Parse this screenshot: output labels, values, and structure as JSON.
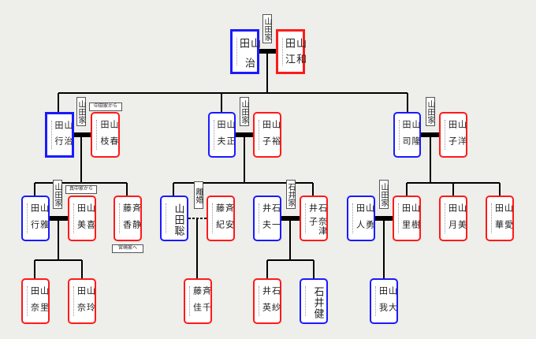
{
  "colors": {
    "male": "#1a1aff",
    "female": "#ff1a1a",
    "background": "#eeeeea",
    "line": "#000000"
  },
  "people": [
    {
      "id": "osamu",
      "surname": "山田",
      "given": "治",
      "sex": "m"
    },
    {
      "id": "kazue",
      "surname": "山田",
      "given": "和江",
      "sex": "f"
    },
    {
      "id": "haruyuki",
      "surname": "山田",
      "given": "治行",
      "sex": "m"
    },
    {
      "id": "harue",
      "surname": "山田",
      "given": "春枝",
      "sex": "f"
    },
    {
      "id": "masao",
      "surname": "山田",
      "given": "正夫",
      "sex": "m"
    },
    {
      "id": "yuko",
      "surname": "山田",
      "given": "裕子",
      "sex": "f"
    },
    {
      "id": "takashi",
      "surname": "山田",
      "given": "隆司",
      "sex": "m"
    },
    {
      "id": "yoko",
      "surname": "山田",
      "given": "洋子",
      "sex": "f"
    },
    {
      "id": "masayuki",
      "surname": "山田",
      "given": "雅行",
      "sex": "m"
    },
    {
      "id": "kimi",
      "surname": "山田",
      "given": "喜美",
      "sex": "f"
    },
    {
      "id": "shizuka",
      "surname": "斉藤",
      "given": "静香",
      "sex": "f"
    },
    {
      "id": "satoshi",
      "surname": "山田",
      "given": "聡",
      "sex": "m"
    },
    {
      "id": "aki",
      "surname": "斉藤",
      "given": "安紀",
      "sex": "f"
    },
    {
      "id": "kazuo",
      "surname": "石井",
      "given": "一夫",
      "sex": "m"
    },
    {
      "id": "natsuko",
      "surname": "石井",
      "given": "奈津子",
      "sex": "f"
    },
    {
      "id": "hayato",
      "surname": "山田",
      "given": "勇人",
      "sex": "m"
    },
    {
      "id": "juri",
      "surname": "山田",
      "given": "樹里",
      "sex": "f"
    },
    {
      "id": "mizuki",
      "surname": "山田",
      "given": "美月",
      "sex": "f"
    },
    {
      "id": "aika",
      "surname": "山田",
      "given": "愛華",
      "sex": "f"
    },
    {
      "id": "rina",
      "surname": "山田",
      "given": "里奈",
      "sex": "f"
    },
    {
      "id": "reina",
      "surname": "山田",
      "given": "玲奈",
      "sex": "f"
    },
    {
      "id": "chika",
      "surname": "斉藤",
      "given": "千佳",
      "sex": "f"
    },
    {
      "id": "sae",
      "surname": "石井",
      "given": "紗英",
      "sex": "f"
    },
    {
      "id": "ken",
      "surname": "石井",
      "given": "健",
      "sex": "m"
    },
    {
      "id": "taiga",
      "surname": "山田",
      "given": "大我",
      "sex": "m"
    }
  ],
  "house_labels": [
    "山田家",
    "山田家",
    "山田家",
    "山田家",
    "山田家",
    "離婚",
    "石井家",
    "山田家"
  ],
  "notes": [
    "中田家から",
    "真中家から",
    "宮崎家へ"
  ]
}
